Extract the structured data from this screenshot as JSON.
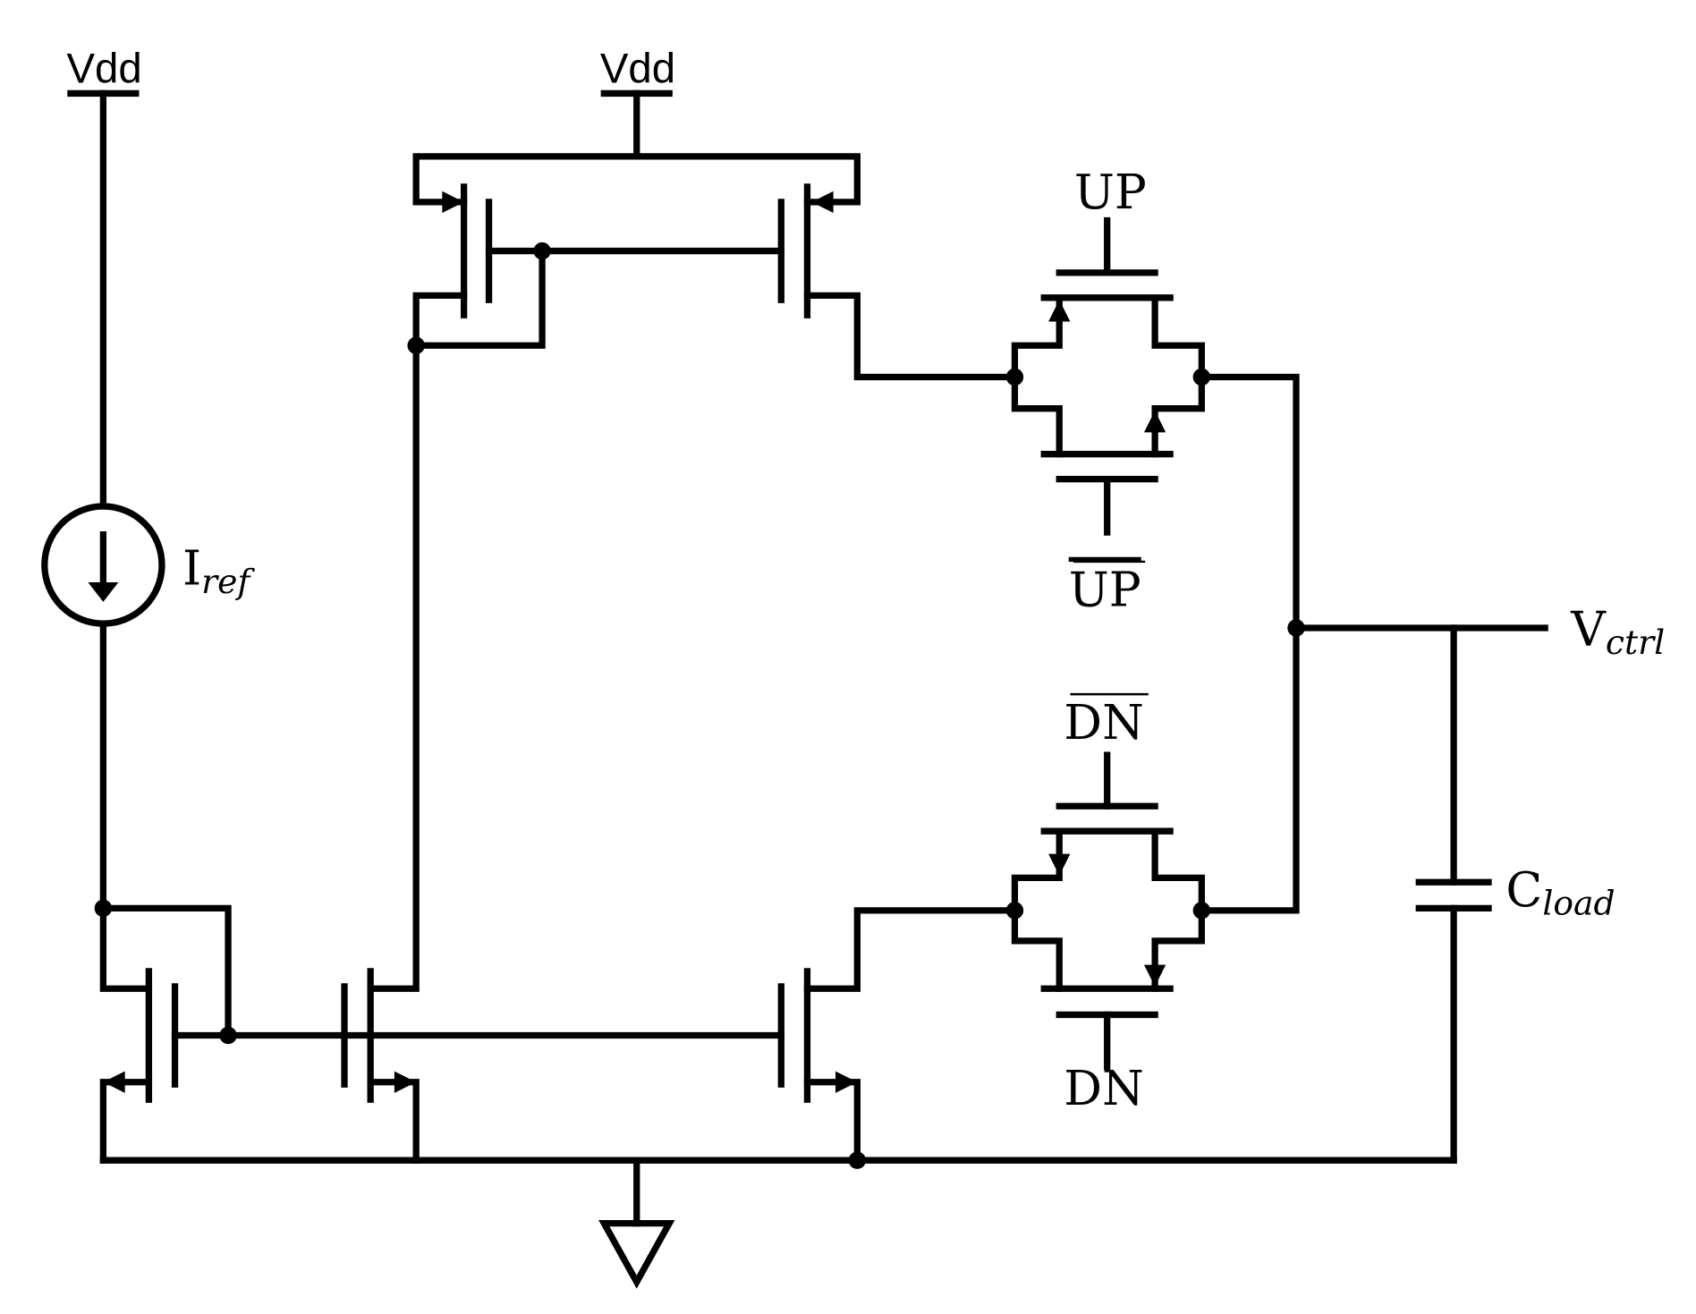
{
  "diagram": {
    "supply_labels": [
      "Vdd",
      "Vdd"
    ],
    "current_source": {
      "symbol": "I",
      "subscript": "ref"
    },
    "up_switch": {
      "gate_label": "UP",
      "gate_bar_label": "UP"
    },
    "dn_switch": {
      "gate_bar_label": "DN",
      "gate_label": "DN"
    },
    "output": {
      "symbol": "V",
      "subscript": "ctrl"
    },
    "capacitor": {
      "symbol": "C",
      "subscript": "load"
    }
  }
}
